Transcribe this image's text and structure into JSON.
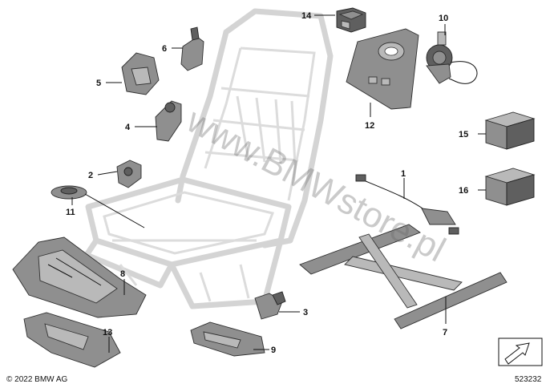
{
  "callouts": [
    "1",
    "2",
    "3",
    "4",
    "5",
    "6",
    "7",
    "8",
    "9",
    "10",
    "11",
    "12",
    "13",
    "14",
    "15",
    "16"
  ],
  "watermark": "www.BMWstore.pl",
  "copyright": "© 2022 BMW AG",
  "diagram_id": "523232"
}
